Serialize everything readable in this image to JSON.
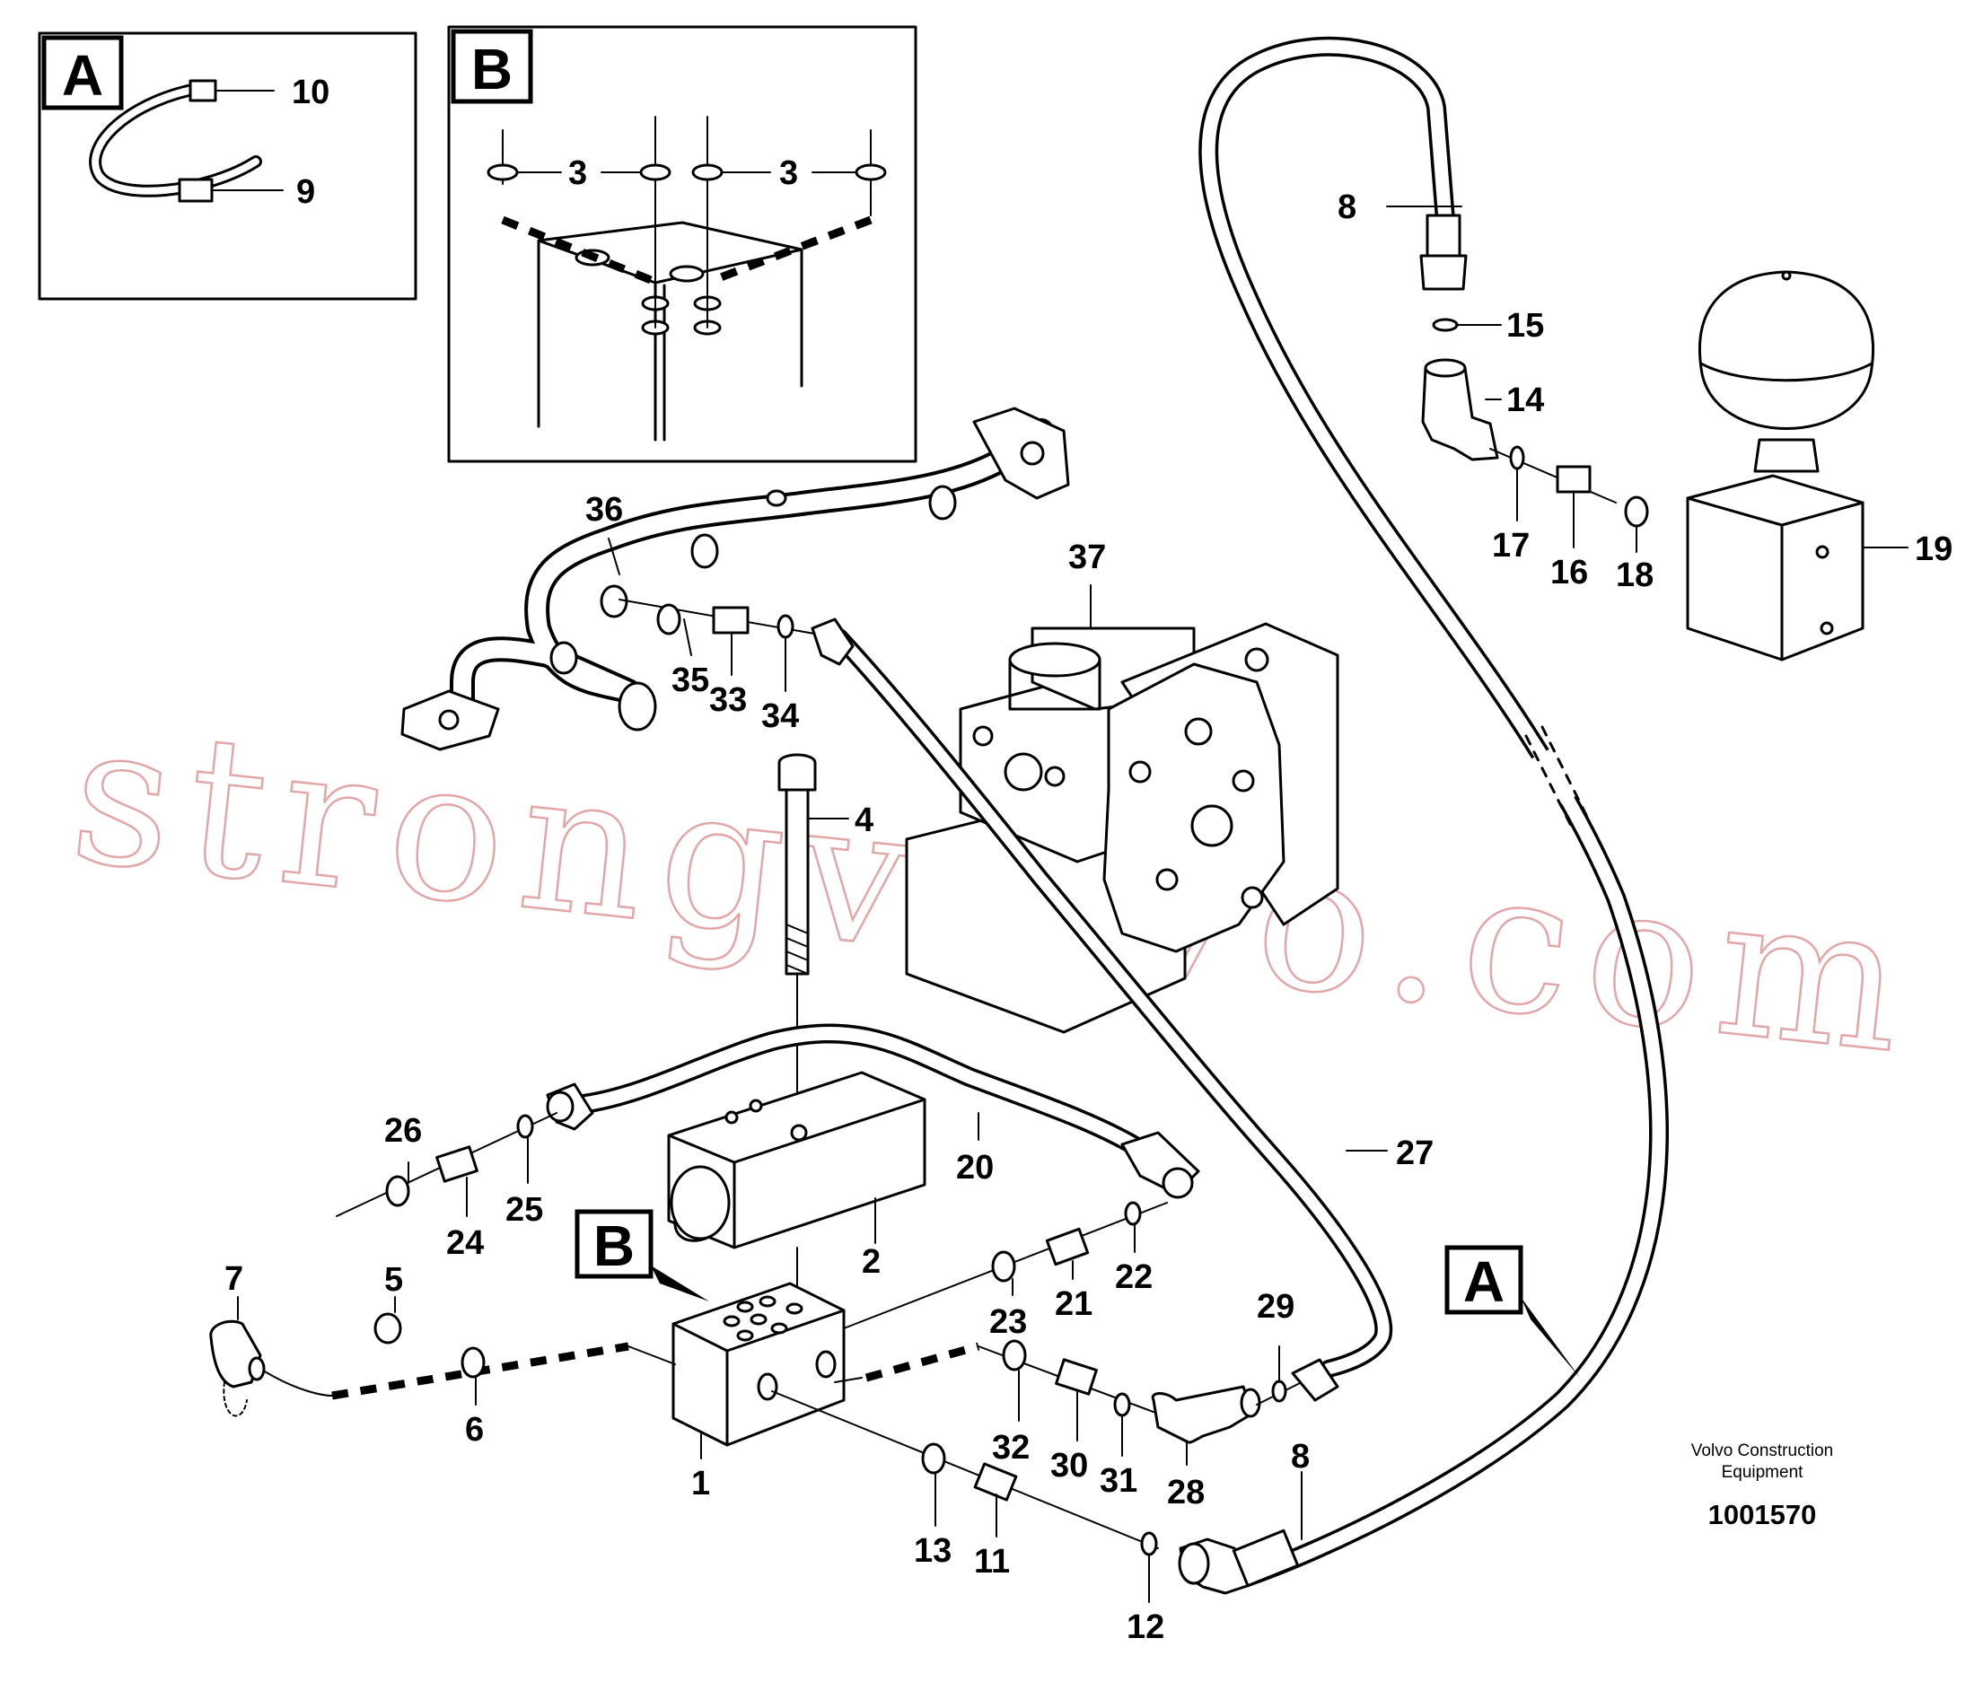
{
  "inset_a": {
    "label": "A",
    "callouts": [
      "10",
      "9"
    ]
  },
  "inset_b": {
    "label": "B",
    "callouts": [
      "3",
      "3"
    ]
  },
  "detail_markers": {
    "a": "A",
    "b": "B"
  },
  "callouts": {
    "c1": "1",
    "c2": "2",
    "c4": "4",
    "c5": "5",
    "c6": "6",
    "c7": "7",
    "c8a": "8",
    "c8b": "8",
    "c11": "11",
    "c12": "12",
    "c13": "13",
    "c14": "14",
    "c15": "15",
    "c16": "16",
    "c17": "17",
    "c18": "18",
    "c19": "19",
    "c20": "20",
    "c21": "21",
    "c22": "22",
    "c23": "23",
    "c24": "24",
    "c25": "25",
    "c26": "26",
    "c27": "27",
    "c28": "28",
    "c29": "29",
    "c30": "30",
    "c31": "31",
    "c32": "32",
    "c33": "33",
    "c34": "34",
    "c35": "35",
    "c36": "36",
    "c37": "37"
  },
  "credit": {
    "line1": "Volvo Construction",
    "line2": "Equipment"
  },
  "drawing_number": "1001570",
  "watermark": "strongvolvo.com"
}
